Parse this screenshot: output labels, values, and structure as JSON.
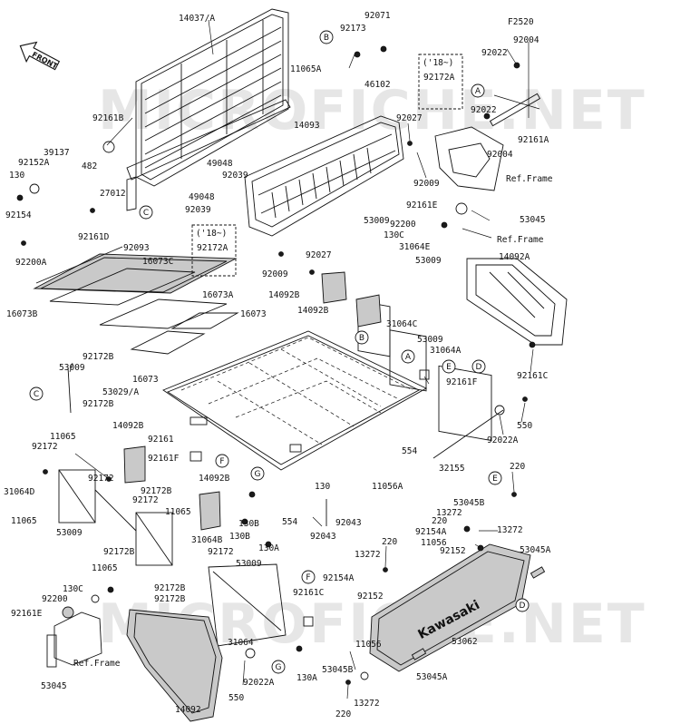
{
  "watermark": {
    "top": "MICROFICHE.NET",
    "bottom": "MICROFICHE.NET"
  },
  "front_arrow": {
    "label": "FRONT"
  },
  "brand_text": "Kawasaki",
  "year_notes": [
    {
      "year": "('18~)",
      "part": "92172A"
    },
    {
      "year": "('18~)",
      "part": "92172A"
    }
  ],
  "labels": {
    "l14037A": "14037/A",
    "l92071": "92071",
    "l92173": "92173",
    "l11065A": "11065A",
    "l46102": "46102",
    "lF2520": "F2520",
    "l92004a": "92004",
    "l92022a": "92022",
    "l92022b": "92022",
    "l92161A": "92161A",
    "l92004b": "92004",
    "lRefFrame1": "Ref.Frame",
    "l92027a": "92027",
    "l92009a": "92009",
    "l14093": "14093",
    "l92161B": "92161B",
    "l39137": "39137",
    "l92152A": "92152A",
    "l130a": "130",
    "l482": "482",
    "l92154a": "92154",
    "l27012": "27012",
    "l92161D": "92161D",
    "l92200A": "92200A",
    "l49048a": "49048",
    "l92039a": "92039",
    "l49048b": "49048",
    "l92039b": "92039",
    "l92093": "92093",
    "l16073C": "16073C",
    "l16073A": "16073A",
    "l16073B": "16073B",
    "l16073a": "16073",
    "l16073b": "16073",
    "l92161E": "92161E",
    "l53045a": "53045",
    "l92200a": "92200",
    "l130C": "130C",
    "lRefFrame2": "Ref.Frame",
    "l53009a": "53009",
    "l31064E": "31064E",
    "l53009b": "53009",
    "l92027b": "92027",
    "l92009b": "92009",
    "l92092B": "14092B",
    "l92092Bb": "14092B",
    "l14092A": "14092A",
    "l31064C": "31064C",
    "l53009c": "53009",
    "l31064A": "31064A",
    "l92161C": "92161C",
    "l92172Ba": "92172B",
    "l53009d": "53009",
    "l53029A": "53029/A",
    "l92172Bb": "92172B",
    "l92161F": "92161F",
    "l550a": "550",
    "l92022A": "92022A",
    "l554a": "554",
    "l32155": "32155",
    "l14092Bc": "14092B",
    "l92161": "92161",
    "l92172": "92172",
    "l11065a": "11065",
    "l92161Fb": "92161F",
    "l31064D": "31064D",
    "l92172b": "92172",
    "l14092Bd": "14092B",
    "l92172Bc": "92172B",
    "l92172c": "92172",
    "l11065b": "11065",
    "l11065c": "11065",
    "l53009e": "53009",
    "l31064B": "31064B",
    "l92172Bd": "92172B",
    "l92172d": "92172",
    "l11065d": "11065",
    "l130b": "130",
    "l11056A": "11056A",
    "l220a": "220",
    "l53045B": "53045B",
    "l13272a": "13272",
    "l220b": "220",
    "l13272b": "13272",
    "l92154A": "92154A",
    "l11056": "11056",
    "l92152a": "92152",
    "l53045A": "53045A",
    "l130B": "130B",
    "l130Bb": "130B",
    "l554b": "554",
    "l92043a": "92043",
    "l92043b": "92043",
    "l130A": "130A",
    "l53009f": "53009",
    "l92172Be": "92172B",
    "l92172Bf": "92172B",
    "l13272c": "13272",
    "l220c": "220",
    "l92154Ab": "92154A",
    "l92161Cb": "92161C",
    "l92152b": "92152",
    "l11056b": "11056",
    "l53062": "53062",
    "l53045Ab": "53045A",
    "l130Cb": "130C",
    "l92200b": "92200",
    "l92161Eb": "92161E",
    "lRefFrame3": "Ref.Frame",
    "l53045b": "53045",
    "l31064": "31064",
    "l92022Ab": "92022A",
    "l550b": "550",
    "l14092": "14092",
    "l130Ab": "130A",
    "l53045Bb": "53045B",
    "l13272d": "13272",
    "l220d": "220"
  },
  "callouts": [
    "A",
    "B",
    "C",
    "D",
    "E",
    "F",
    "G"
  ]
}
